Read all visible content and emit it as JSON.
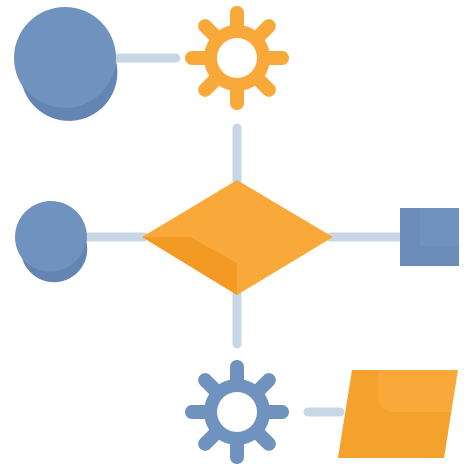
{
  "icon": {
    "colors": {
      "connector": "#c8d7e6",
      "blue_fill": "#7092bf",
      "blue_shade": "#6485b3",
      "orange_fill": "#f9a93a",
      "orange_shade": "#f39a25",
      "gear_hole": "#ffffff"
    },
    "elements": [
      "large-circle-node",
      "orange-gear-icon",
      "decision-diamond",
      "small-circle-node",
      "square-node",
      "blue-gear-icon",
      "parallelogram-node"
    ]
  }
}
